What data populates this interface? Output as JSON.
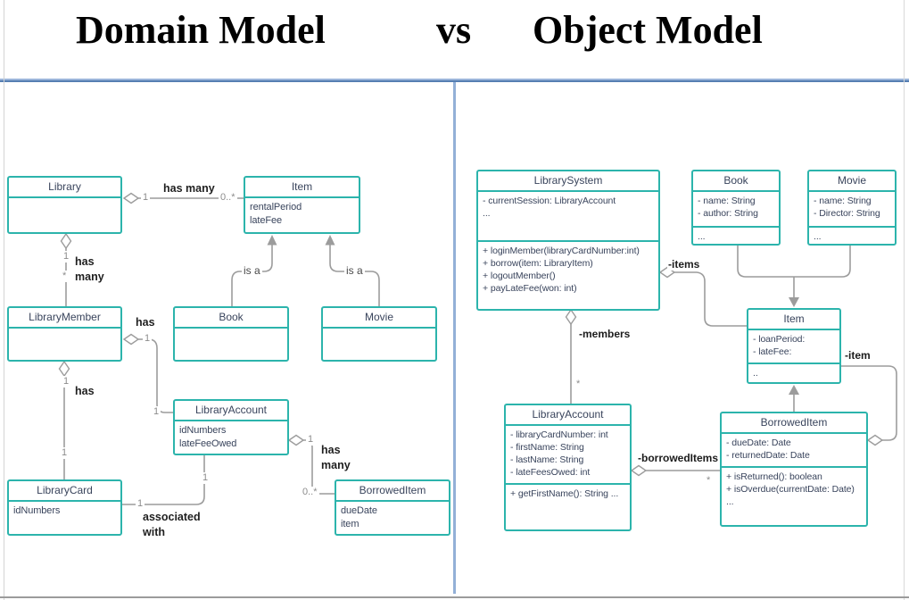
{
  "header": {
    "title_left": "Domain Model",
    "title_vs": "vs",
    "title_right": "Object Model"
  },
  "colors": {
    "box_border": "#2cb4ac",
    "box_text": "#39445c",
    "wire": "#9c9c9c",
    "top_rule": "#567fb2",
    "panel_divider": "#93b0d7"
  },
  "domain_model": {
    "classes": {
      "library": {
        "title": "Library"
      },
      "item": {
        "title": "Item",
        "attributes": [
          "rentalPeriod",
          "lateFee"
        ]
      },
      "library_member": {
        "title": "LibraryMember"
      },
      "book": {
        "title": "Book"
      },
      "movie": {
        "title": "Movie"
      },
      "library_account": {
        "title": "LibraryAccount",
        "attributes": [
          "idNumbers",
          "lateFeeOwed"
        ]
      },
      "library_card": {
        "title": "LibraryCard",
        "attributes": [
          "idNumbers"
        ]
      },
      "borrowed_item": {
        "title": "BorrowedItem",
        "attributes": [
          "dueDate",
          "item"
        ]
      }
    },
    "labels": {
      "lib_item_assoc": "has many",
      "lib_item_m1": "1",
      "lib_item_m2": "0..*",
      "lib_member_m1": "1",
      "lib_member_assoc": "has\nmany",
      "lib_member_m2": "*",
      "member_account_assoc": "has",
      "member_account_m1": "1",
      "member_account_m2": "1",
      "member_card_m1": "1",
      "member_card_assoc": "has",
      "member_card_m2": "1",
      "card_account_m1": "1",
      "card_account_m2": "1",
      "card_account_assoc": "associated\nwith",
      "account_borrowed_m1": "1",
      "account_borrowed_assoc": "has\nmany",
      "account_borrowed_m2": "0..*",
      "book_isa": "is a",
      "movie_isa": "is a"
    }
  },
  "object_model": {
    "classes": {
      "library_system": {
        "title": "LibrarySystem",
        "attributes": [
          "- currentSession: LibraryAccount",
          "..."
        ],
        "methods": [
          "+ loginMember(libraryCardNumber:int)",
          "+ borrow(item: LibraryItem)",
          "+ logoutMember()",
          "+ payLateFee(won: int)"
        ]
      },
      "book": {
        "title": "Book",
        "attributes": [
          "- name: String",
          "- author: String"
        ],
        "methods": [
          "..."
        ]
      },
      "movie": {
        "title": "Movie",
        "attributes": [
          "- name: String",
          "- Director: String"
        ],
        "methods": [
          "..."
        ]
      },
      "item": {
        "title": "Item",
        "attributes": [
          "- loanPeriod:",
          "- lateFee:"
        ],
        "methods": [
          ".."
        ]
      },
      "library_account": {
        "title": "LibraryAccount",
        "attributes": [
          "- libraryCardNumber: int",
          "- firstName: String",
          "- lastName: String",
          "- lateFeesOwed: int"
        ],
        "methods": [
          "+ getFirstName(): String  ..."
        ]
      },
      "borrowed_item": {
        "title": "BorrowedItem",
        "attributes": [
          "- dueDate: Date",
          "- returnedDate: Date"
        ],
        "methods": [
          "+ isReturned(): boolean",
          "+ isOverdue(currentDate: Date)",
          "..."
        ]
      }
    },
    "labels": {
      "items_role": "-items",
      "members_role": "-members",
      "members_mult": "*",
      "borrowed_role": "-borrowedItems",
      "borrowed_mult": "*",
      "item_role": "-item"
    }
  }
}
